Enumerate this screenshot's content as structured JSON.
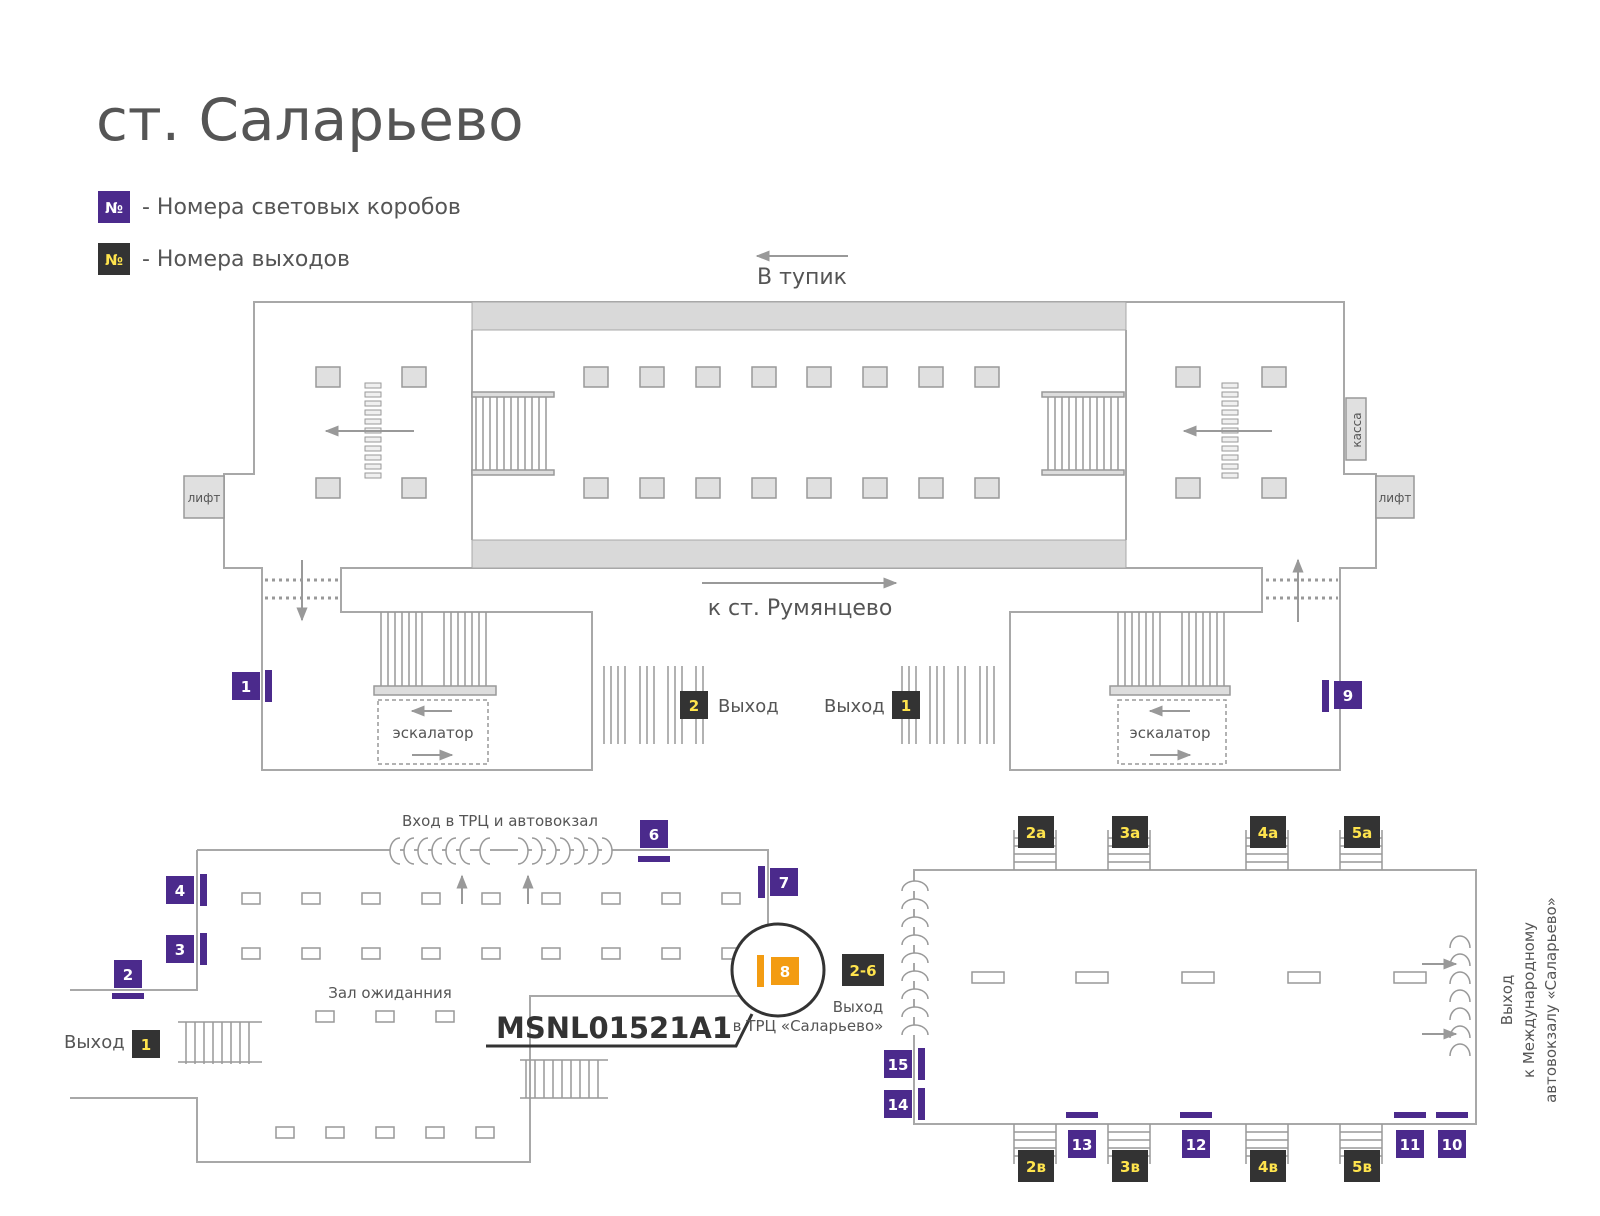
{
  "title": "ст. Саларьево",
  "legend": {
    "symbol": "№",
    "lightbox_label": "- Номера световых коробов",
    "exit_label": "- Номера выходов"
  },
  "colors": {
    "lightbox": "#4b2a8c",
    "exit": "#333333",
    "exit_text": "#ffe44d",
    "highlight": "#f39c12",
    "wall": "#a8a8a8",
    "platform": "#d9d9d9",
    "text": "#555555"
  },
  "platform": {
    "dead_end": "В тупик",
    "to_station": "к ст. Румянцево",
    "elevator": "лифт",
    "ticket_office": "касса",
    "escalator": "эскалатор",
    "exit_word": "Выход"
  },
  "lower_left": {
    "tc_entrance": "Вход в ТРЦ и автовокзал",
    "waiting_hall": "Зал ожиданния",
    "exit_word": "Выход",
    "highlight_code": "MSNL01521A1",
    "highlight_box": "8"
  },
  "lower_right": {
    "exit_26": "2-6",
    "exit_tc_line1": "Выход",
    "exit_tc_line2": "в ТРЦ «Саларьево»",
    "exit_bus_line1": "Выход",
    "exit_bus_line2": "к Международному",
    "exit_bus_line3": "автовокзалу «Саларьево»"
  },
  "lightboxes": [
    "1",
    "9",
    "2",
    "3",
    "4",
    "6",
    "7",
    "10",
    "11",
    "12",
    "13",
    "14",
    "15"
  ],
  "exits": [
    "1",
    "2",
    "1",
    "2a",
    "3a",
    "4a",
    "5a",
    "2в",
    "3в",
    "4в",
    "5в"
  ],
  "exit_labels": {
    "e2a": "2а",
    "e3a": "3а",
    "e4a": "4а",
    "e5a": "5а",
    "e2v": "2в",
    "e3v": "3в",
    "e4v": "4в",
    "e5v": "5в"
  }
}
